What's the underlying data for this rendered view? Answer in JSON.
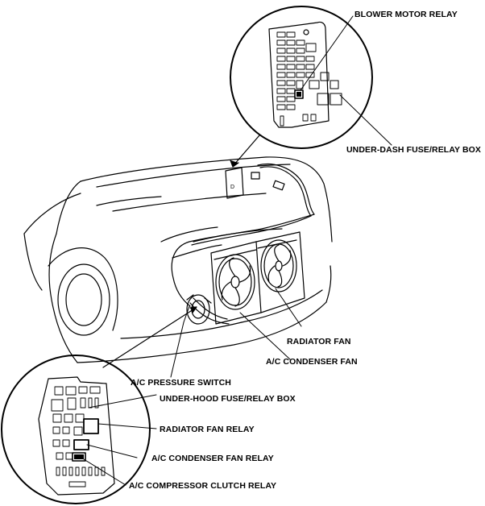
{
  "labels": {
    "blower_motor_relay": "BLOWER MOTOR RELAY",
    "under_dash_box": "UNDER-DASH FUSE/RELAY BOX",
    "radiator_fan": "RADIATOR FAN",
    "ac_condenser_fan": "A/C CONDENSER FAN",
    "ac_pressure_switch": "A/C PRESSURE SWITCH",
    "under_hood_box": "UNDER-HOOD FUSE/RELAY BOX",
    "radiator_fan_relay": "RADIATOR FAN RELAY",
    "ac_condenser_fan_relay": "A/C CONDENSER FAN RELAY",
    "ac_compressor_clutch_relay": "A/C COMPRESSOR CLUTCH RELAY"
  },
  "colors": {
    "ink": "#000000",
    "paper": "#ffffff"
  }
}
